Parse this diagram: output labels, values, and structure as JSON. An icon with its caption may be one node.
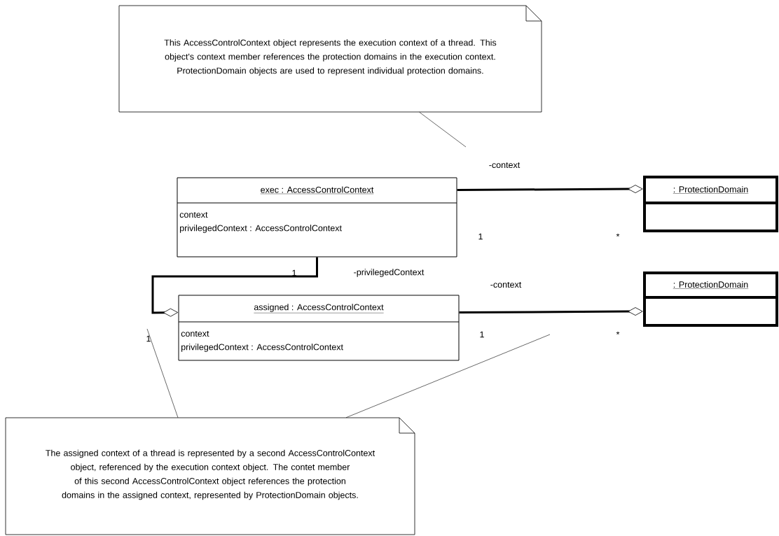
{
  "diagram": {
    "nodes": [
      {
        "text": [
          "This AccessControlContext object represents the execution context of a thread. This object's context member references the protection domains in the execution context. ProtectionDomain objects are used to represent individual protection domains."
        ]
      },
      {
        "text": [
          "exec : AccessControlContext",
          "context",
          "privilegedContext : AccessControlContext"
        ]
      },
      {
        "text": [
          ": ProtectionDomain"
        ]
      },
      {
        "text": [
          "assigned : AccessControlContext",
          "context",
          "privilegedContext : AccessControlContext"
        ]
      },
      {
        "text": [
          ": ProtectionDomain"
        ]
      },
      {
        "text": [
          "The assigned context of a thread is represented by a second AccessControlContext object, referenced by the execution context object. The contet member of this second AccessControlContext object references the protection domains in the assigned context, represented by ProtectionDomain objects."
        ]
      }
    ],
    "edges": [
      {
        "from": 1,
        "to": 2,
        "arrow": "other",
        "label": "-context",
        "style": "thick"
      },
      {
        "from": 1,
        "to": 3,
        "arrow": "other",
        "label": "-privilegedContext",
        "style": "thick"
      },
      {
        "from": 3,
        "to": 4,
        "arrow": "other",
        "label": "-context",
        "style": "thick"
      },
      {
        "from": 0,
        "to": null,
        "arrow": "none"
      },
      {
        "from": 5,
        "to": null,
        "arrow": "none"
      },
      {
        "from": 5,
        "to": null,
        "arrow": "none"
      }
    ],
    "labels": [
      "1",
      "*",
      "1",
      "1",
      "*",
      "1"
    ]
  }
}
